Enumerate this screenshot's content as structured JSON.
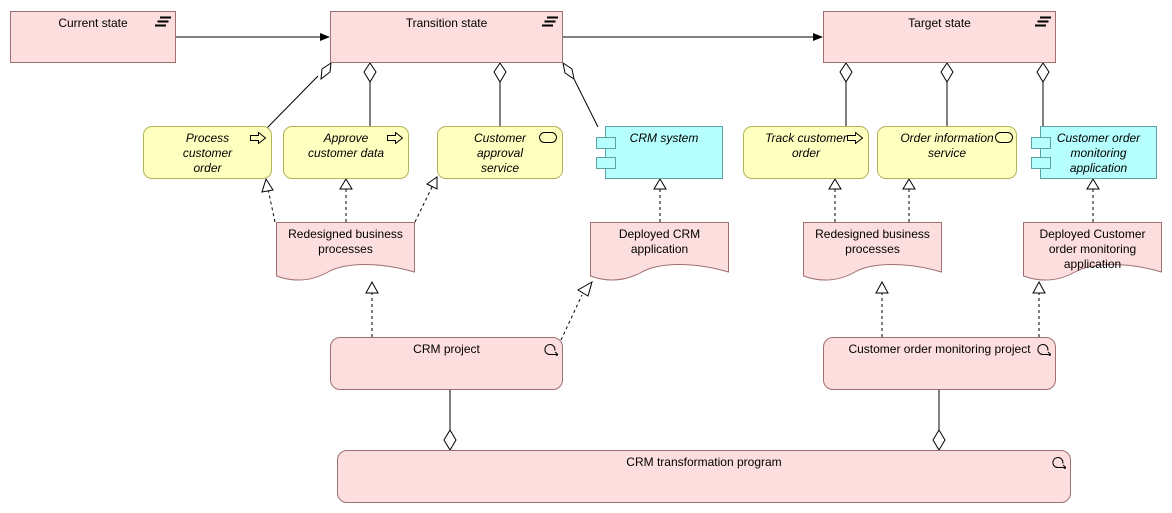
{
  "colors": {
    "plateau_fill": "#fddede",
    "business_fill": "#ffffc0",
    "application_fill": "#b5ffff",
    "line": "#000000"
  },
  "plateaus": {
    "current": "Current state",
    "transition": "Transition state",
    "target": "Target state"
  },
  "elements": {
    "process_customer_order": "Process customer order",
    "approve_customer_data": "Approve customer data",
    "customer_approval_service": "Customer approval service",
    "crm_system": "CRM system",
    "track_customer_order": "Track customer order",
    "order_information_service": "Order information service",
    "customer_order_monitoring_application": "Customer order monitoring application"
  },
  "deliverables": {
    "redesigned_bp_left": "Redesigned business processes",
    "deployed_crm_application": "Deployed CRM application",
    "redesigned_bp_right": "Redesigned business processes",
    "deployed_com_application": "Deployed Customer order monitoring application"
  },
  "work_packages": {
    "crm_project": "CRM project",
    "com_project": "Customer order monitoring project",
    "crm_program": "CRM transformation program"
  },
  "icons": {
    "plateau": "plateau-icon",
    "process": "process-arrow-icon",
    "service": "service-icon",
    "component": "component-icon",
    "work_package": "work-package-icon"
  }
}
